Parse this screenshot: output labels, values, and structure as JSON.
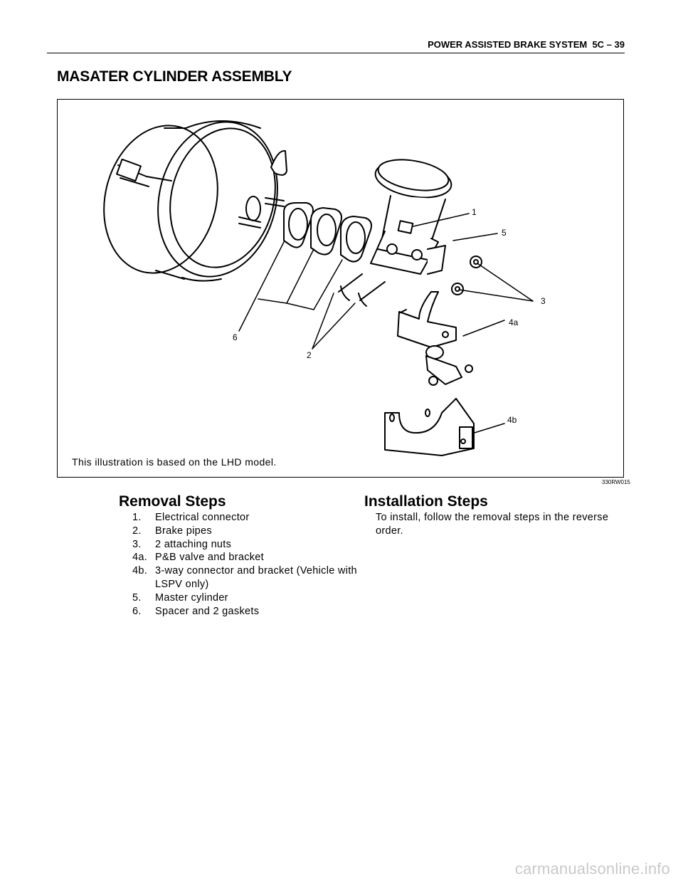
{
  "header": {
    "section_title": "POWER ASSISTED BRAKE SYSTEM",
    "page_number": "5C – 39"
  },
  "page_title": "MASATER CYLINDER ASSEMBLY",
  "figure": {
    "callouts": [
      "1",
      "5",
      "3",
      "4a",
      "6",
      "2",
      "4b"
    ],
    "note": "This illustration is based on the LHD model.",
    "code": "330RW015"
  },
  "removal": {
    "title": "Removal Steps",
    "steps": [
      {
        "num": "1.",
        "text": "Electrical connector"
      },
      {
        "num": "2.",
        "text": "Brake pipes"
      },
      {
        "num": "3.",
        "text": "2 attaching nuts"
      },
      {
        "num": "4a.",
        "text": "P&B valve and bracket"
      },
      {
        "num": "4b.",
        "text": "3-way connector and bracket (Vehicle with LSPV only)"
      },
      {
        "num": "5.",
        "text": "Master cylinder"
      },
      {
        "num": "6.",
        "text": "Spacer and 2 gaskets"
      }
    ]
  },
  "installation": {
    "title": "Installation Steps",
    "text": "To install, follow the removal steps in the reverse order."
  },
  "watermark": "carmanualsonline.info"
}
